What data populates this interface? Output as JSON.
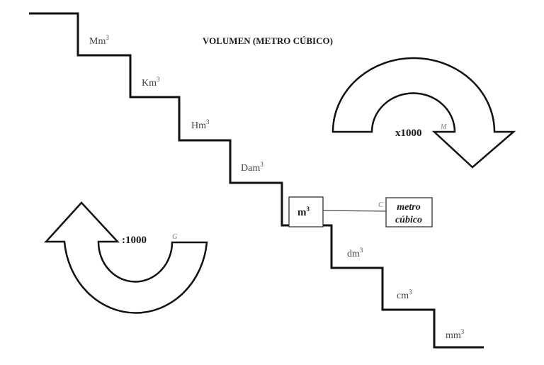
{
  "title": "VOLUMEN (METRO CÚBICO)",
  "units": [
    {
      "prefix": "Mm",
      "exp": "3"
    },
    {
      "prefix": "Km",
      "exp": "3"
    },
    {
      "prefix": "Hm",
      "exp": "3"
    },
    {
      "prefix": "Dam",
      "exp": "3"
    },
    {
      "prefix": "m",
      "exp": "3"
    },
    {
      "prefix": "dm",
      "exp": "3"
    },
    {
      "prefix": "cm",
      "exp": "3"
    },
    {
      "prefix": "mm",
      "exp": "3"
    }
  ],
  "base_unit": {
    "prefix": "m",
    "exp": "3",
    "name_line1": "metro",
    "name_line2": "cúbico"
  },
  "arrows": {
    "down": {
      "label": "x1000",
      "hint": "M"
    },
    "up": {
      "label": ":1000",
      "hint": "G"
    }
  },
  "connector_hint": "C",
  "colors": {
    "line": "#111111",
    "text": "#1a1a1a",
    "muted_text": "#444444"
  }
}
